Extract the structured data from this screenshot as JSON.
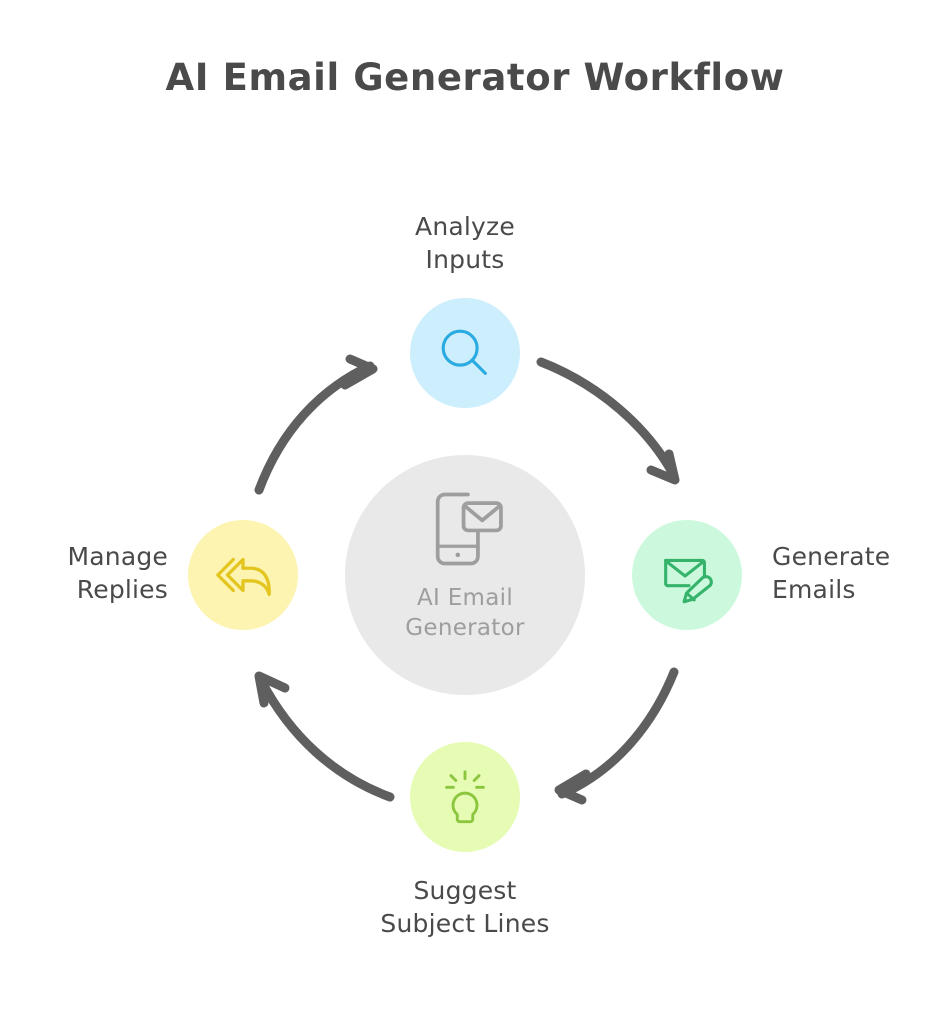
{
  "page": {
    "title": "AI Email Generator Workflow",
    "background_color": "#ffffff",
    "text_color": "#4a4a4a"
  },
  "hub": {
    "name": "AI Email Generator",
    "label_line1": "AI Email",
    "label_line2": "Generator",
    "icon": "phone-envelope-icon",
    "fill_color": "#e9e9e9",
    "text_color": "#9e9e9e",
    "icon_color": "#9e9e9e"
  },
  "nodes": [
    {
      "id": "analyze-inputs",
      "label": "Analyze\nInputs",
      "label_line1": "Analyze",
      "label_line2": "Inputs",
      "icon": "magnifier-icon",
      "position": "top",
      "fill_color": "#cdeefc",
      "icon_color": "#29aae1"
    },
    {
      "id": "generate-emails",
      "label": "Generate\nEmails",
      "label_line1": "Generate",
      "label_line2": "Emails",
      "icon": "envelope-pencil-icon",
      "position": "right",
      "fill_color": "#ccf9dd",
      "icon_color": "#36b36b"
    },
    {
      "id": "suggest-subject-lines",
      "label": "Suggest\nSubject Lines",
      "label_line1": "Suggest",
      "label_line2": "Subject Lines",
      "icon": "lightbulb-icon",
      "position": "bottom",
      "fill_color": "#e6fcb4",
      "icon_color": "#8cc63f"
    },
    {
      "id": "manage-replies",
      "label": "Manage\nReplies",
      "label_line1": "Manage",
      "label_line2": "Replies",
      "icon": "reply-all-icon",
      "position": "left",
      "fill_color": "#fcf4b0",
      "icon_color": "#e4c520"
    }
  ],
  "arrows": [
    {
      "id": "arrow-analyze-to-generate",
      "from": "analyze-inputs",
      "to": "generate-emails",
      "direction": "clockwise",
      "color": "#5f5f5f"
    },
    {
      "id": "arrow-generate-to-suggest",
      "from": "generate-emails",
      "to": "suggest-subject-lines",
      "direction": "clockwise",
      "color": "#5f5f5f"
    },
    {
      "id": "arrow-suggest-to-manage",
      "from": "suggest-subject-lines",
      "to": "manage-replies",
      "direction": "clockwise",
      "color": "#5f5f5f"
    },
    {
      "id": "arrow-manage-to-analyze",
      "from": "manage-replies",
      "to": "analyze-inputs",
      "direction": "clockwise",
      "color": "#5f5f5f"
    }
  ]
}
